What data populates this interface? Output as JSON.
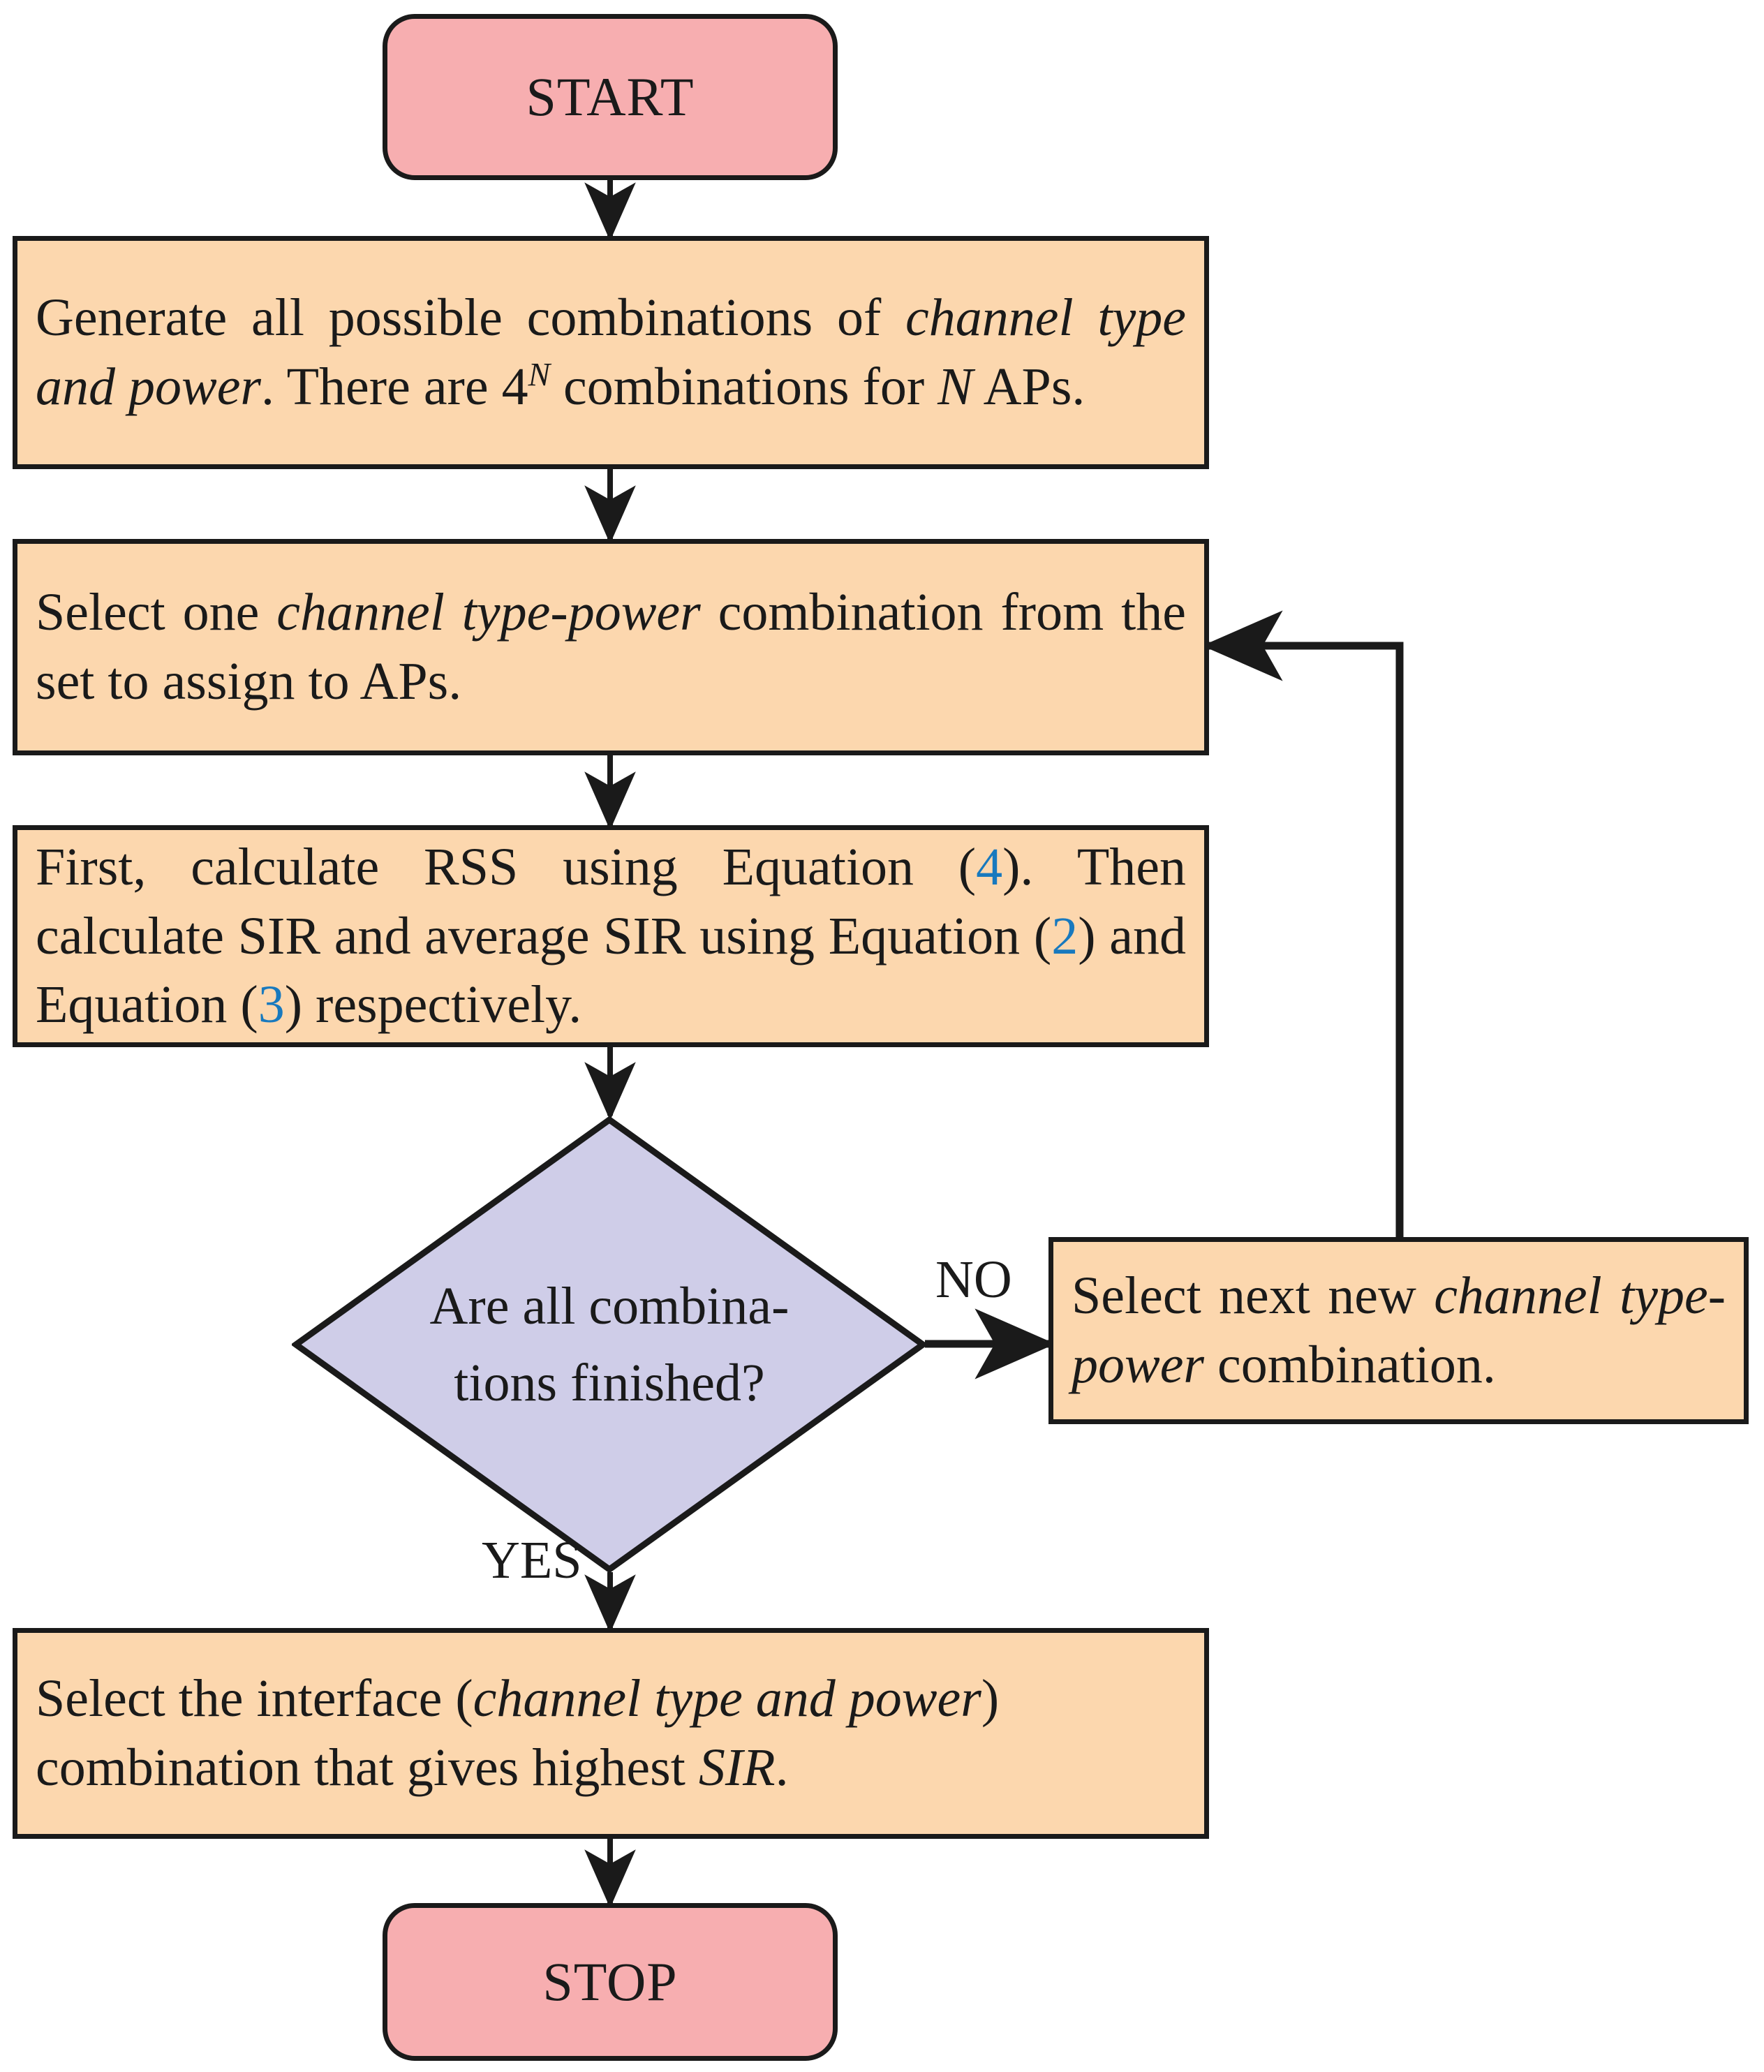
{
  "diagram": {
    "type": "flowchart",
    "title": "Channel type-power assignment algorithm flowchart",
    "colors": {
      "terminator_fill": "#F7AEB0",
      "process_fill": "#FCD7AE",
      "decision_fill": "#CFCDE8",
      "stroke": "#1A1A1A",
      "equation_ref": "#1879BE",
      "background": "#FFFFFF"
    },
    "nodes": {
      "start": {
        "label": "START",
        "shape": "terminator"
      },
      "generate": {
        "shape": "process",
        "text_plain": "Generate all possible combinations of channel type and power. There are 4^N combinations for N APs.",
        "parts": [
          {
            "t": "Generate all possible combinations of ",
            "style": "normal"
          },
          {
            "t": "channel type and power",
            "style": "italic"
          },
          {
            "t": ". There are 4",
            "style": "normal"
          },
          {
            "t": "N",
            "style": "superscript-italic"
          },
          {
            "t": " combinations for ",
            "style": "normal"
          },
          {
            "t": "N",
            "style": "italic"
          },
          {
            "t": " APs.",
            "style": "normal"
          }
        ]
      },
      "select_one": {
        "shape": "process",
        "text_plain": "Select one channel type-power combination from the set to assign to APs.",
        "parts": [
          {
            "t": "Select one ",
            "style": "normal"
          },
          {
            "t": "channel type-power",
            "style": "italic"
          },
          {
            "t": " combination from the set to assign to APs.",
            "style": "normal"
          }
        ]
      },
      "calculate": {
        "shape": "process",
        "text_plain": "First, calculate RSS using Equation (4). Then calculate SIR and average SIR using Equation (2) and Equation (3) respectively.",
        "parts": [
          {
            "t": "First, calculate RSS using Equation (",
            "style": "normal"
          },
          {
            "t": "4",
            "style": "equation-ref"
          },
          {
            "t": "). Then calculate SIR and average SIR using Equation (",
            "style": "normal"
          },
          {
            "t": "2",
            "style": "equation-ref"
          },
          {
            "t": ") and Equation (",
            "style": "normal"
          },
          {
            "t": "3",
            "style": "equation-ref"
          },
          {
            "t": ") respectively.",
            "style": "normal"
          }
        ],
        "equation_refs": [
          "4",
          "2",
          "3"
        ]
      },
      "decision": {
        "shape": "decision",
        "text_plain": "Are all combinations finished?",
        "line1": "Are all combina-",
        "line2": "tions finished?"
      },
      "select_next": {
        "shape": "process",
        "text_plain": "Select next new channel type-power combination.",
        "parts": [
          {
            "t": "Select next new ",
            "style": "normal"
          },
          {
            "t": "channel type-power",
            "style": "italic"
          },
          {
            "t": " combination.",
            "style": "normal"
          }
        ]
      },
      "select_interface": {
        "shape": "process",
        "text_plain": "Select the interface (channel type and power) combination that gives highest SIR.",
        "parts": [
          {
            "t": "Select the interface (",
            "style": "normal"
          },
          {
            "t": "channel type and power",
            "style": "italic"
          },
          {
            "t": ") combination that gives highest ",
            "style": "normal"
          },
          {
            "t": "SIR",
            "style": "italic"
          },
          {
            "t": ".",
            "style": "normal"
          }
        ]
      },
      "stop": {
        "label": "STOP",
        "shape": "terminator"
      }
    },
    "edge_labels": {
      "no": "NO",
      "yes": "YES"
    },
    "edges": [
      {
        "from": "start",
        "to": "generate",
        "label": ""
      },
      {
        "from": "generate",
        "to": "select_one",
        "label": ""
      },
      {
        "from": "select_one",
        "to": "calculate",
        "label": ""
      },
      {
        "from": "calculate",
        "to": "decision",
        "label": ""
      },
      {
        "from": "decision",
        "to": "select_next",
        "label": "NO"
      },
      {
        "from": "select_next",
        "to": "select_one",
        "label": ""
      },
      {
        "from": "decision",
        "to": "select_interface",
        "label": "YES"
      },
      {
        "from": "select_interface",
        "to": "stop",
        "label": ""
      }
    ]
  }
}
